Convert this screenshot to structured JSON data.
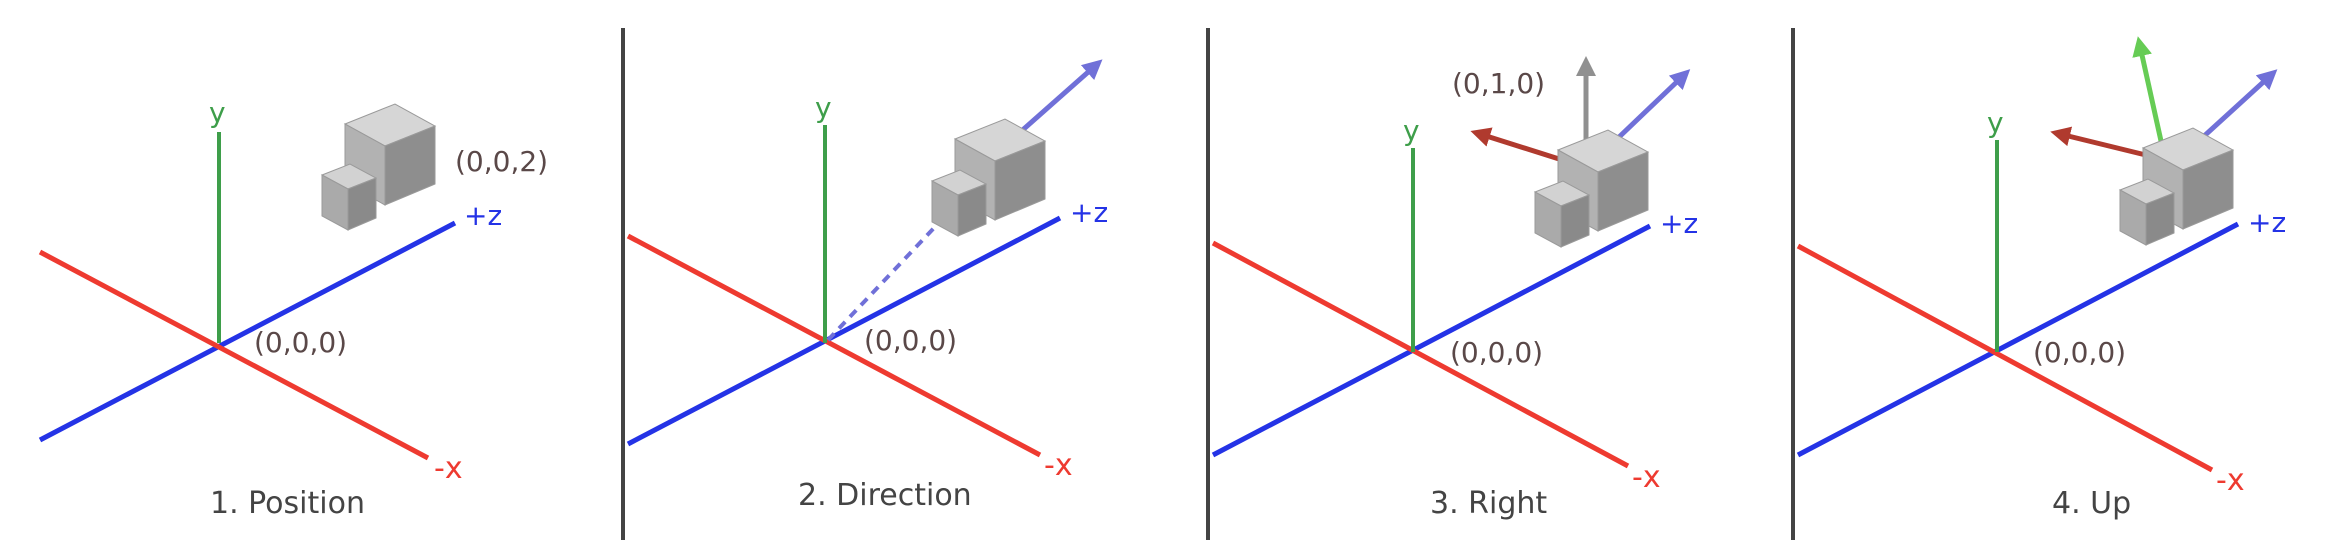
{
  "colors": {
    "x_axis": "#ee3a30",
    "y_axis": "#3e9e4a",
    "z_axis": "#2433e6",
    "divider": "#444444",
    "coord_text": "#5a4848",
    "caption_text": "#444444",
    "direction_arrow": "#7070d8",
    "right_arrow": "#b03a2e",
    "up_arrow_gray": "#909090",
    "up_arrow_green": "#66cc55",
    "cube_top": "#d6d6d6",
    "cube_front": "#b2b2b2",
    "cube_side": "#8e8e8e"
  },
  "panels": [
    {
      "caption": "1. Position",
      "axis_y": "y",
      "axis_z": "+z",
      "axis_x": "-x",
      "origin_label": "(0,0,0)",
      "position_label": "(0,0,2)"
    },
    {
      "caption": "2. Direction",
      "axis_y": "y",
      "axis_z": "+z",
      "axis_x": "-x",
      "origin_label": "(0,0,0)"
    },
    {
      "caption": "3. Right",
      "axis_y": "y",
      "axis_z": "+z",
      "axis_x": "-x",
      "origin_label": "(0,0,0)",
      "up_label": "(0,1,0)"
    },
    {
      "caption": "4. Up",
      "axis_y": "y",
      "axis_z": "+z",
      "axis_x": "-x",
      "origin_label": "(0,0,0)"
    }
  ]
}
